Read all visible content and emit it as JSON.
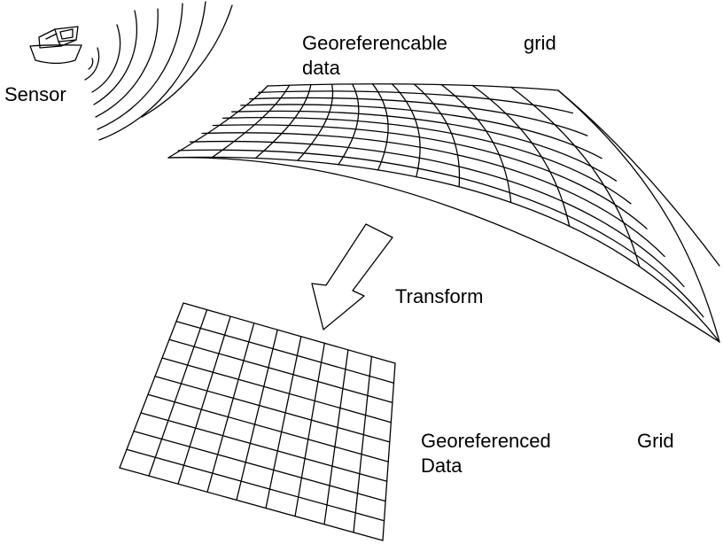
{
  "labels": {
    "sensor": "Sensor",
    "source_line1_word1": "Georeferencable",
    "source_line1_word2": "grid",
    "source_line2": "data",
    "transform": "Transform",
    "target_line1_word1": "Georeferenced",
    "target_line1_word2": "Grid",
    "target_line2": "Data"
  },
  "icons": [
    "ship-icon",
    "sonar-waves-icon",
    "transform-arrow-icon"
  ],
  "colors": {
    "stroke": "#000000",
    "background": "#ffffff"
  }
}
